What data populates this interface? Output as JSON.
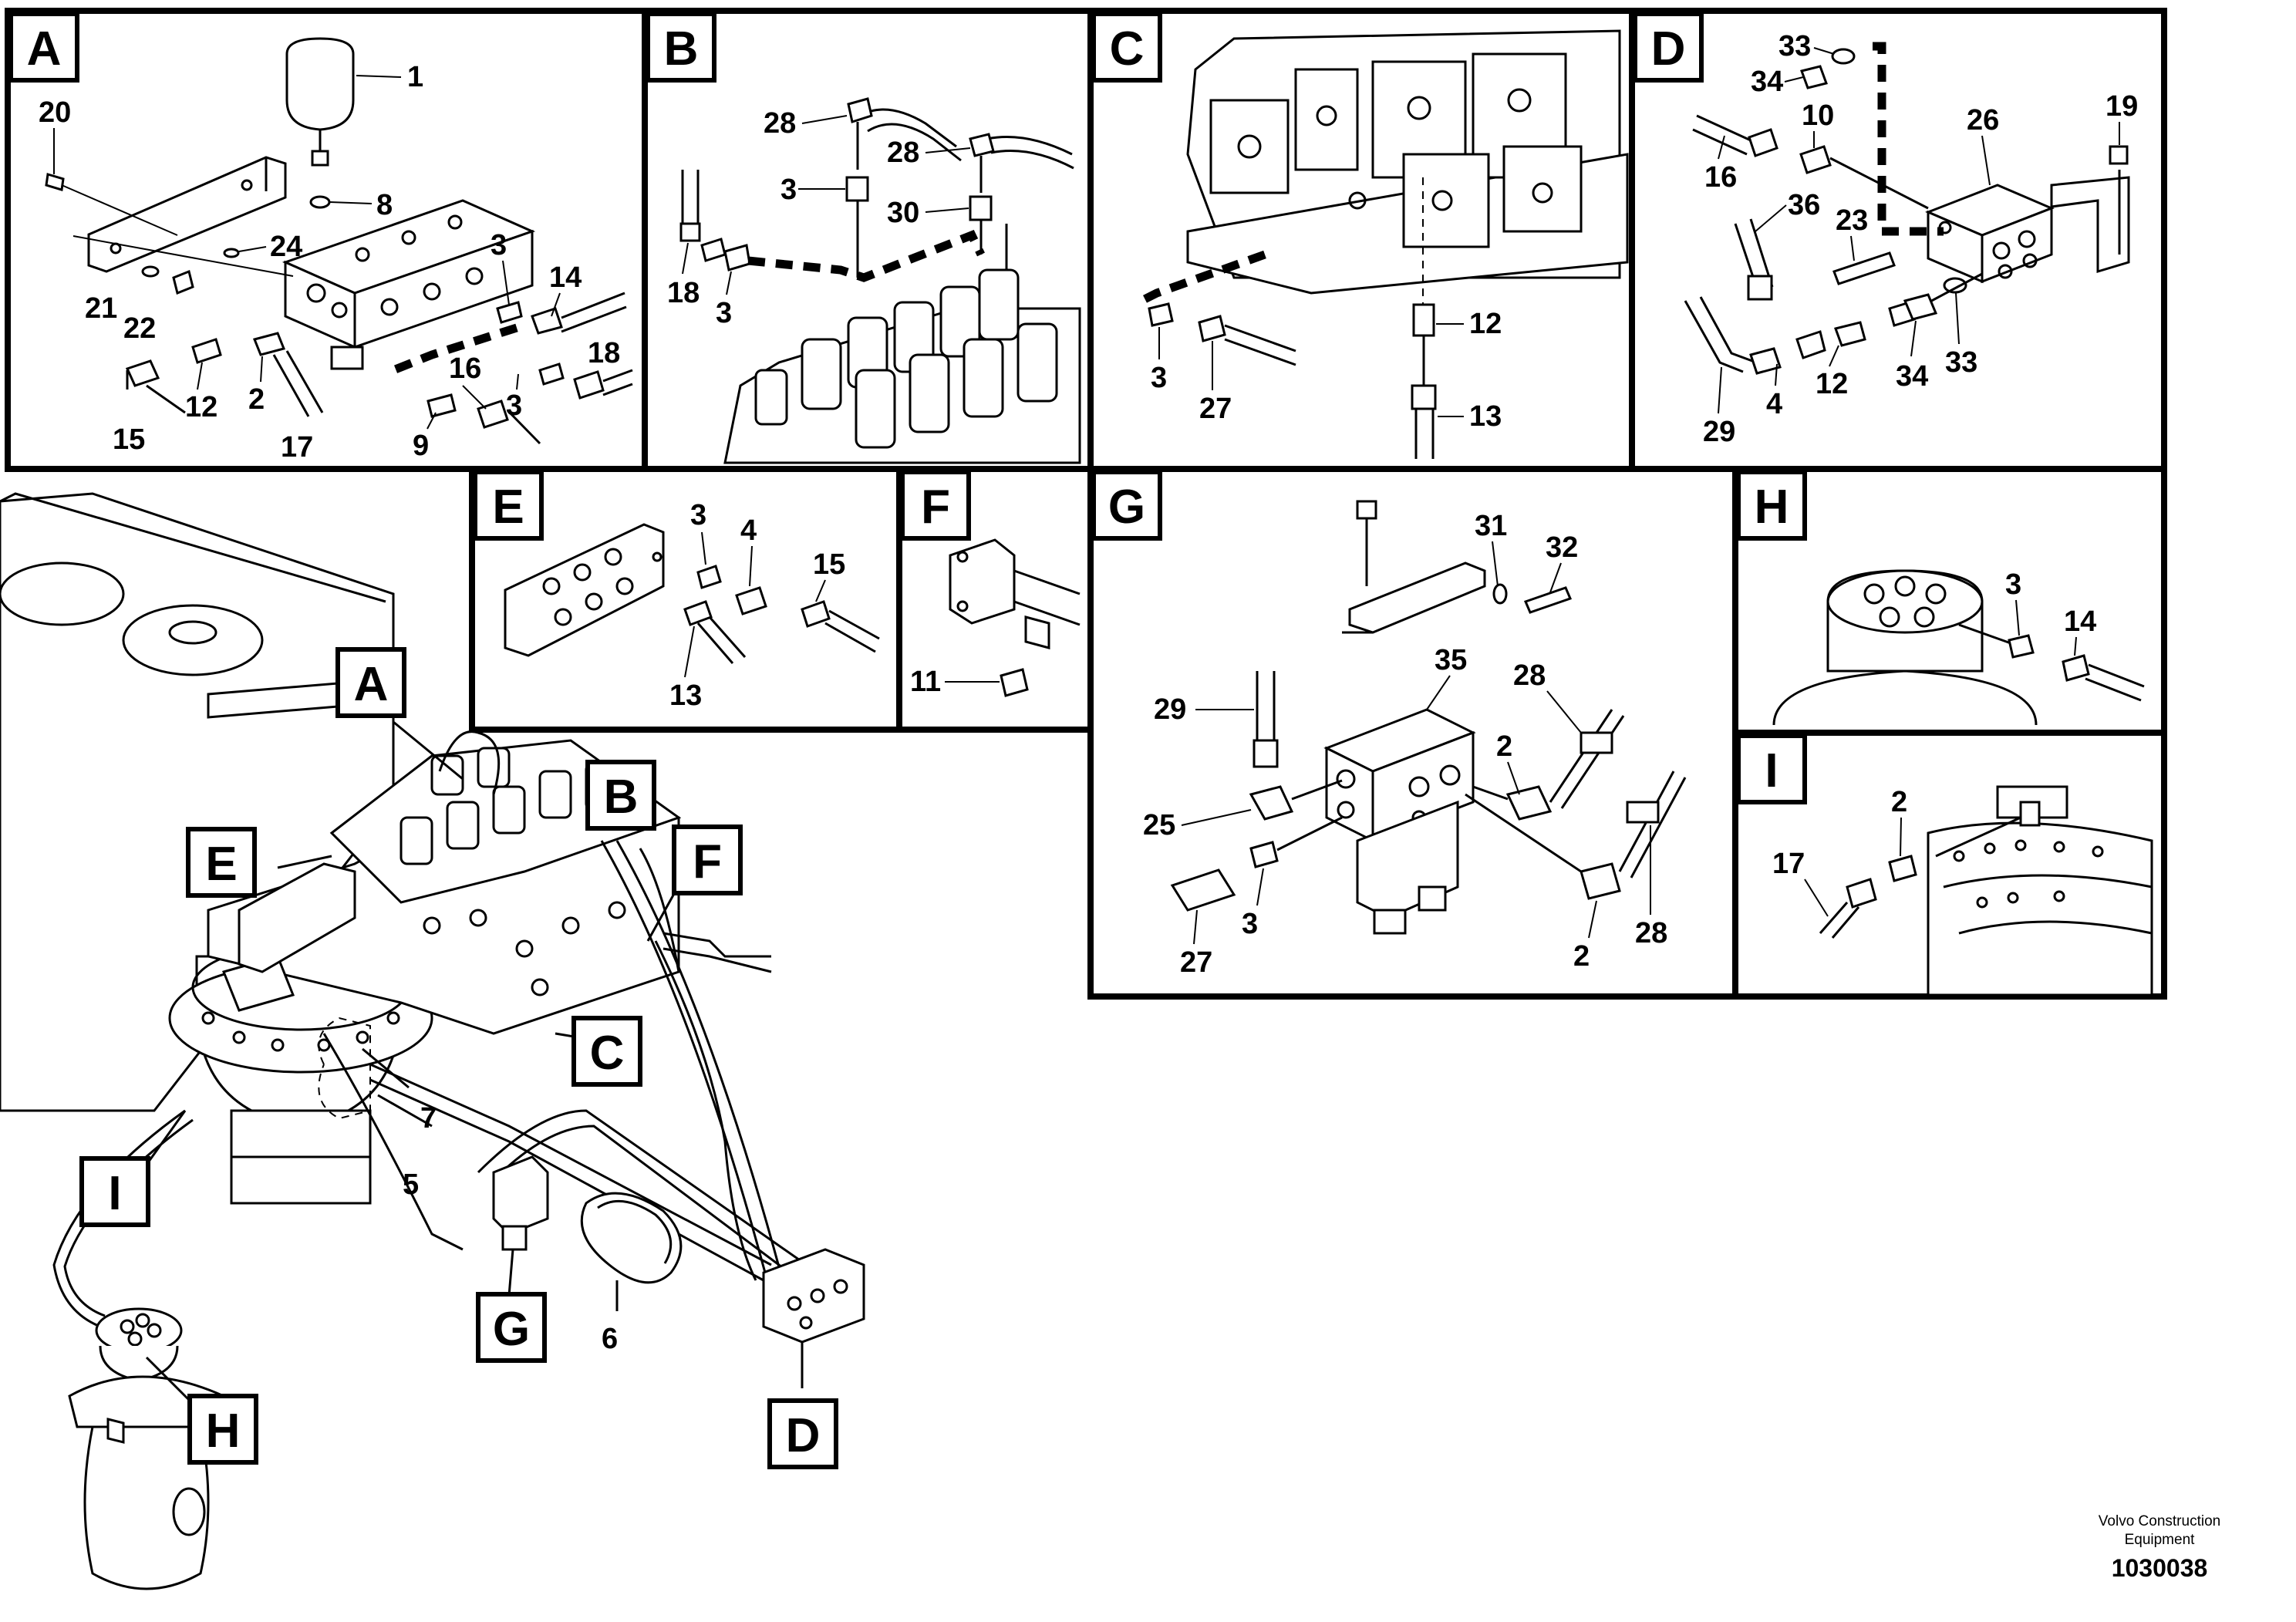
{
  "panels": {
    "A": {
      "letter": "A",
      "callouts": [
        "1",
        "20",
        "8",
        "24",
        "21",
        "22",
        "3",
        "14",
        "18",
        "12",
        "2",
        "16",
        "3",
        "15",
        "17",
        "9"
      ]
    },
    "B": {
      "letter": "B",
      "callouts": [
        "28",
        "28",
        "3",
        "30",
        "18",
        "3"
      ]
    },
    "C": {
      "letter": "C",
      "callouts": [
        "12",
        "13",
        "3",
        "27"
      ]
    },
    "D": {
      "letter": "D",
      "callouts": [
        "33",
        "34",
        "10",
        "26",
        "19",
        "16",
        "36",
        "23",
        "29",
        "4",
        "12",
        "34",
        "33"
      ]
    },
    "E": {
      "letter": "E",
      "callouts": [
        "3",
        "4",
        "15",
        "13"
      ]
    },
    "F": {
      "letter": "F",
      "callouts": [
        "11"
      ]
    },
    "G": {
      "letter": "G",
      "callouts": [
        "31",
        "32",
        "35",
        "28",
        "29",
        "2",
        "25",
        "3",
        "27",
        "2",
        "28"
      ]
    },
    "H": {
      "letter": "H",
      "callouts": [
        "3",
        "14"
      ]
    },
    "I": {
      "letter": "I",
      "callouts": [
        "2",
        "17"
      ]
    }
  },
  "overview": {
    "view_labels": [
      "A",
      "B",
      "E",
      "F",
      "C",
      "I",
      "G",
      "D",
      "H"
    ],
    "callouts": [
      "7",
      "5",
      "6"
    ]
  },
  "footer": {
    "company_line1": "Volvo Construction",
    "company_line2": "Equipment",
    "figure_id": "1030038"
  }
}
